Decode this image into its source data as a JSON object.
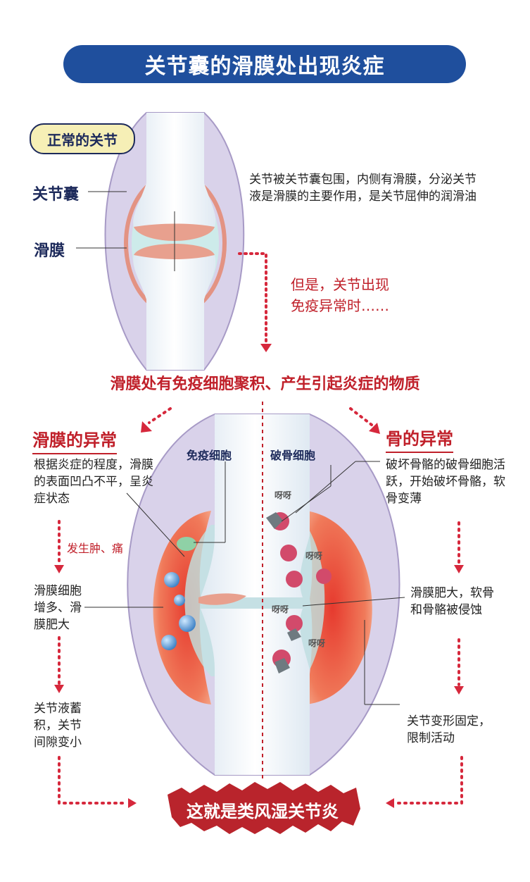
{
  "title": "关节囊的滑膜处出现炎症",
  "normal": {
    "tag": "正常的关节",
    "label_capsule": "关节囊",
    "label_synovium": "滑膜",
    "description": "关节被关节囊包围，内侧有滑膜，分泌关节液是滑膜的主要作用，是关节屈伸的润滑油",
    "transition_line1": "但是，关节出现",
    "transition_line2": "免疫异常时……"
  },
  "headline": "滑膜处有免疫细胞聚积、产生引起炎症的物质",
  "left": {
    "heading": "滑膜的异常",
    "desc": "根据炎症的程度，滑膜的表面凹凸不平，呈炎症状态",
    "symptom": "发生肿、痛",
    "step2": "滑膜细胞增多、滑膜肥大",
    "step3": "关节液蓄积，关节间隙变小"
  },
  "center": {
    "immune_label": "免疫细胞",
    "osteoclast_label": "破骨细胞",
    "yaya": "呀呀"
  },
  "right": {
    "heading": "骨的异常",
    "desc": "破坏骨骼的破骨细胞活跃，开始破坏骨骼，软骨变薄",
    "step2": "滑膜肥大，软骨和骨骼被侵蚀",
    "step3": "关节变形固定，限制活动"
  },
  "conclusion": "这就是类风湿关节炎",
  "colors": {
    "banner": "#1f4f9d",
    "accent_red": "#c0202a",
    "navy": "#1d2a5b",
    "pill_bg": "#f6efb6",
    "inflamed": "#e8553e",
    "capsule": "#d9d2ea"
  }
}
